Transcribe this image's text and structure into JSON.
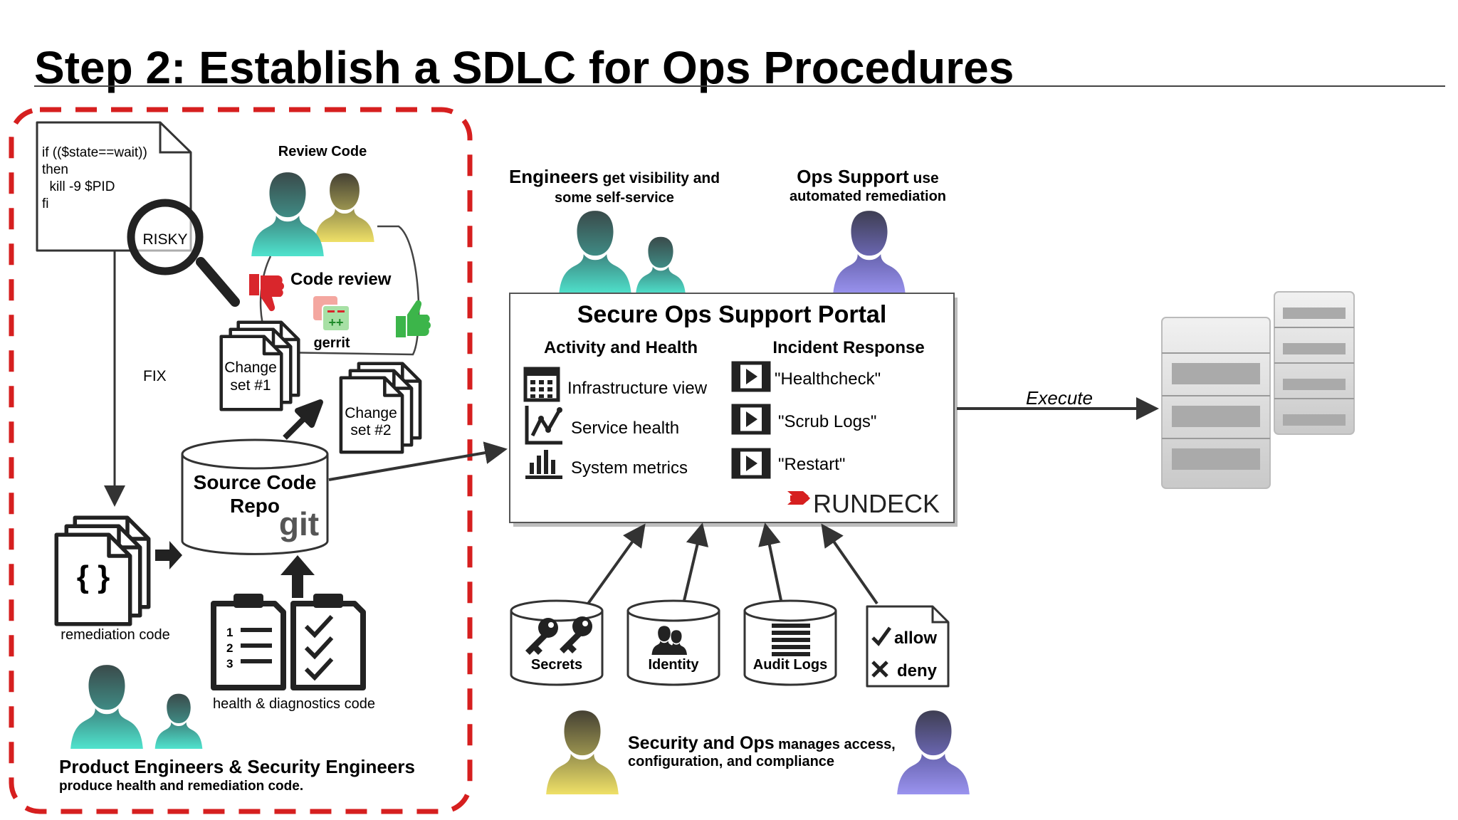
{
  "title": "Step 2: Establish a SDLC for Ops Procedures",
  "colors": {
    "accent": "#d61f1f",
    "people_teal": "#4fd6c2",
    "people_purple": "#8a83d8",
    "people_gold": "#e8d45a",
    "thumbs_down": "#d9262c",
    "thumbs_up": "#3cb54a"
  },
  "dev_zone": {
    "script_lines": [
      "if (($state==wait))",
      "then",
      "  kill -9 $PID",
      "fi"
    ],
    "risky_label": "RISKY",
    "review_code_label": "Review Code",
    "code_review_label": "Code review",
    "gerrit_label": "gerrit",
    "fix_label": "FIX",
    "change_set_1": [
      "Change",
      "set #1"
    ],
    "change_set_2": [
      "Change",
      "set #2"
    ],
    "repo_label": [
      "Source Code",
      "Repo"
    ],
    "git_label": "git",
    "remediation_label": "remediation code",
    "braces_label": "{ }",
    "health_label": "health & diagnostics code",
    "engineers_title": "Product Engineers & Security Engineers",
    "engineers_sub": "produce health and remediation code."
  },
  "users": {
    "engineers_bold": "Engineers",
    "engineers_rest1": " get visibility and",
    "engineers_rest2": "some self-service",
    "ops_bold": "Ops Support",
    "ops_rest1": " use",
    "ops_rest2": "automated remediation"
  },
  "portal": {
    "title": "Secure Ops Support Portal",
    "activity_heading": "Activity and Health",
    "activity_items": [
      "Infrastructure view",
      "Service health",
      "System metrics"
    ],
    "incident_heading": "Incident Response",
    "incident_items": [
      "\"Healthcheck\"",
      "\"Scrub Logs\"",
      "\"Restart\""
    ],
    "brand": "RUNDECK"
  },
  "execute_label": "Execute",
  "stores": [
    "Secrets",
    "Identity",
    "Audit Logs"
  ],
  "policy": [
    "allow",
    "deny"
  ],
  "security": {
    "bold": "Security and Ops",
    "rest1": " manages access,",
    "rest2": "configuration, and compliance"
  }
}
